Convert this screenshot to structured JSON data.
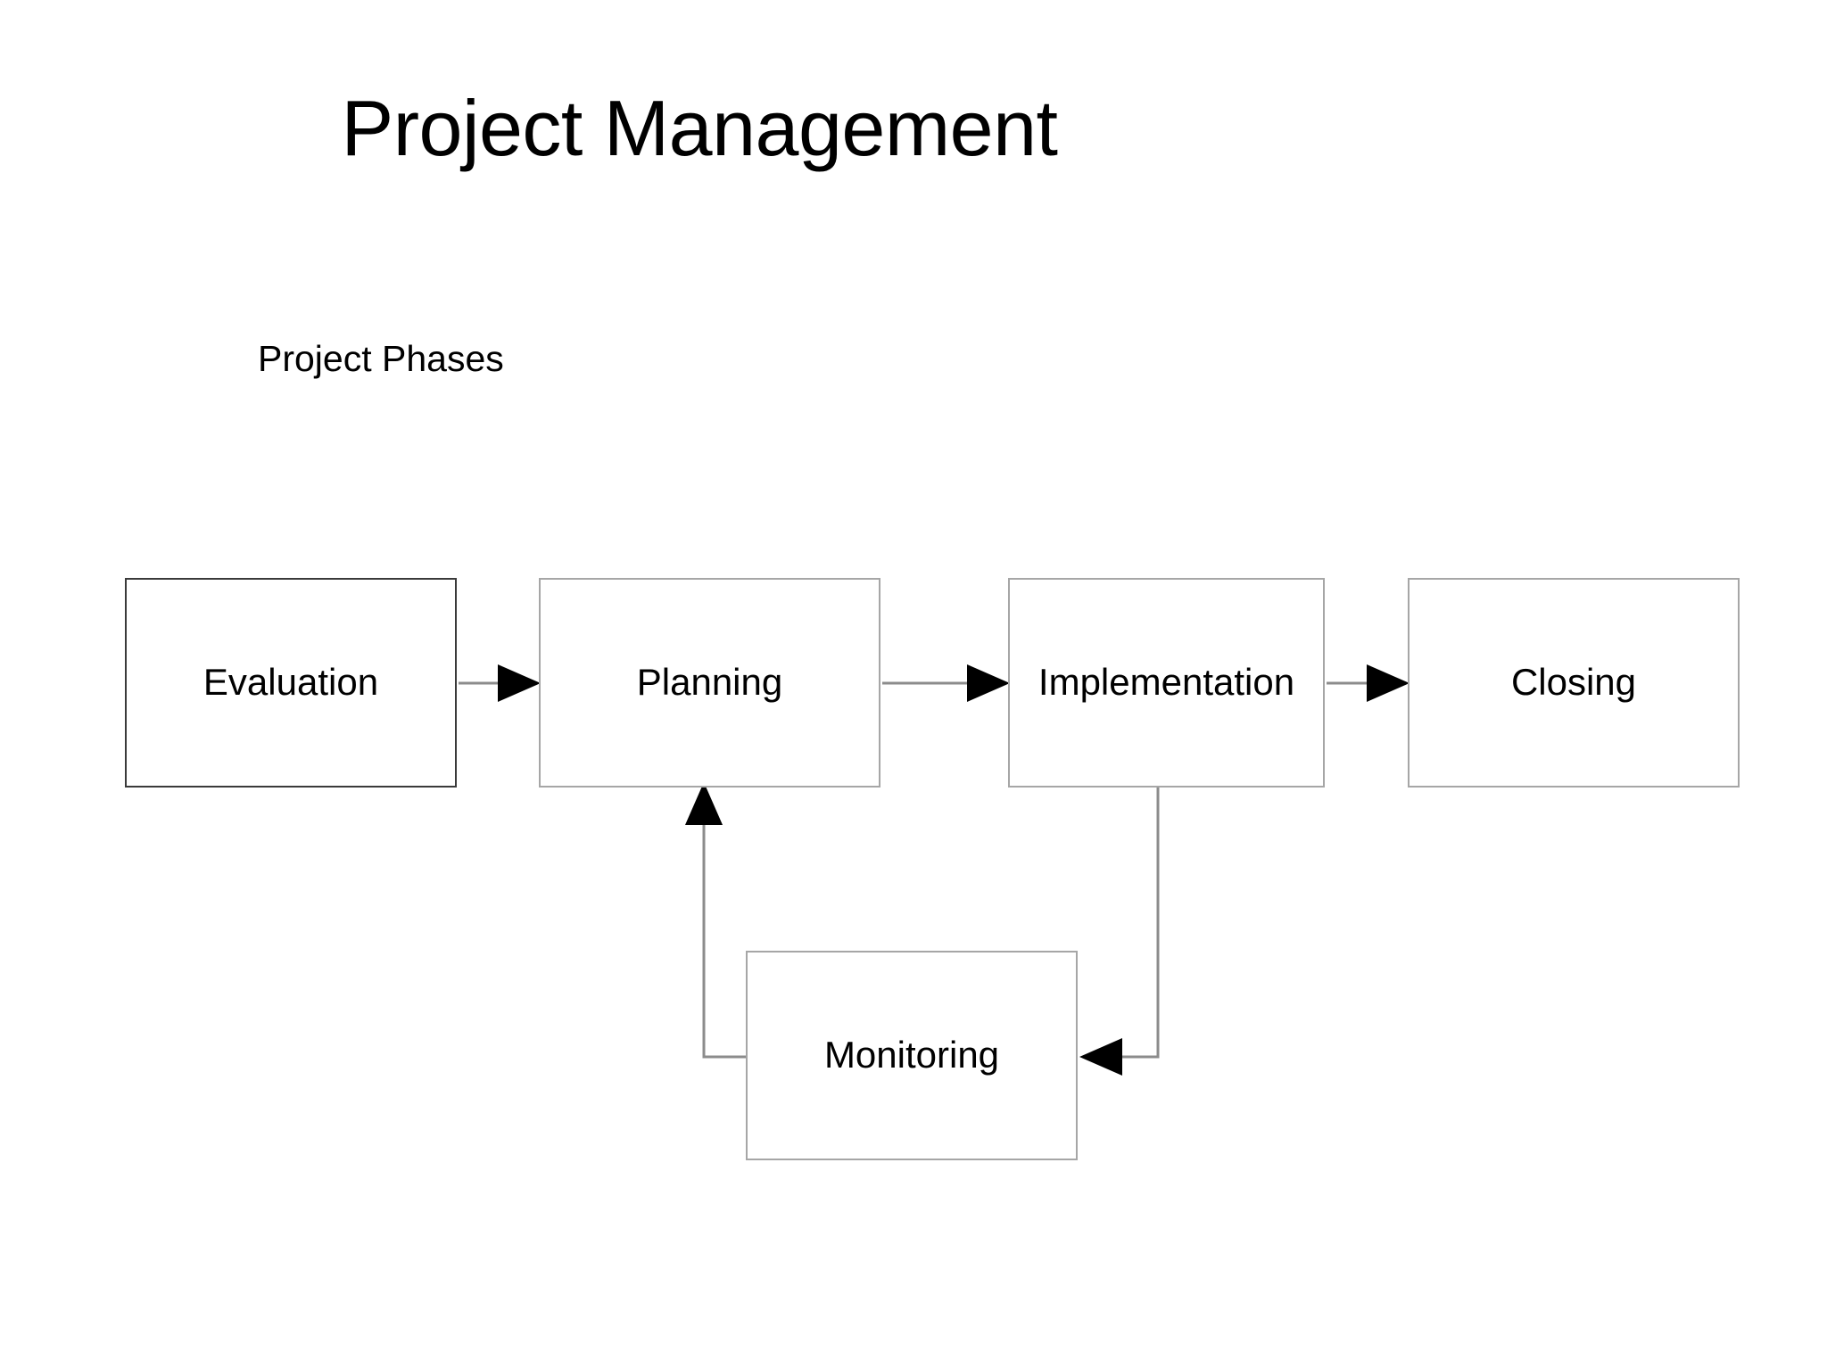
{
  "slide": {
    "title": "Project Management",
    "subtitle": "Project Phases",
    "background_color": "#ffffff",
    "text_color": "#000000"
  },
  "diagram": {
    "type": "flowchart",
    "node_border_color": "#a6a6a6",
    "emphasis_border_color": "#3a3a3a",
    "connector_color": "#8c8c8c",
    "arrowhead_color": "#000000",
    "nodes": [
      {
        "id": "evaluation",
        "label": "Evaluation"
      },
      {
        "id": "planning",
        "label": "Planning"
      },
      {
        "id": "implementation",
        "label": "Implementation"
      },
      {
        "id": "closing",
        "label": "Closing"
      },
      {
        "id": "monitoring",
        "label": "Monitoring"
      }
    ],
    "edges": [
      {
        "from": "evaluation",
        "to": "planning",
        "direction": "right"
      },
      {
        "from": "planning",
        "to": "implementation",
        "direction": "right"
      },
      {
        "from": "implementation",
        "to": "closing",
        "direction": "right"
      },
      {
        "from": "implementation",
        "to": "monitoring",
        "direction": "down-left"
      },
      {
        "from": "monitoring",
        "to": "planning",
        "direction": "left-up"
      }
    ]
  }
}
